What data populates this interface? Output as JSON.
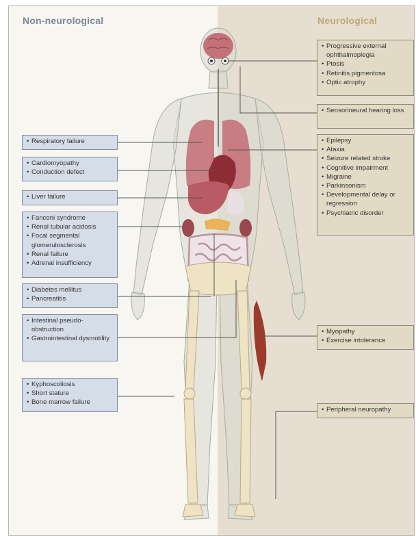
{
  "headings": {
    "left": "Non-neurological",
    "right": "Neurological"
  },
  "non_neurological": [
    {
      "id": "respiratory",
      "items": [
        "Respiratory failure"
      ]
    },
    {
      "id": "cardiac",
      "items": [
        "Cardiomyopathy",
        "Conduction defect"
      ]
    },
    {
      "id": "liver",
      "items": [
        "Liver failure"
      ]
    },
    {
      "id": "renal",
      "items": [
        "Fanconi syndrome",
        "Renal tubular acidosis",
        "Focal segmental glomerulosclerosis",
        "Renal failure",
        "Adrenal insufficiency"
      ]
    },
    {
      "id": "pancreas",
      "items": [
        "Diabetes mellitus",
        "Pancreatitis"
      ]
    },
    {
      "id": "gi",
      "items": [
        "Intestinal pseudo-obstruction",
        "Gastrointestinal dysmotility"
      ]
    },
    {
      "id": "skeletal",
      "items": [
        "Kyphoscoliosis",
        "Short stature",
        "Bone marrow failure"
      ]
    }
  ],
  "neurological": [
    {
      "id": "eye",
      "items": [
        "Progressive external ophthalmoplegia",
        "Ptosis",
        "Retinitis pigmentosa",
        "Optic atrophy"
      ]
    },
    {
      "id": "hearing",
      "items": [
        "Sensorineural hearing loss"
      ]
    },
    {
      "id": "brain",
      "items": [
        "Epilepsy",
        "Ataxia",
        "Seizure related stroke",
        "Cognitive impairment",
        "Migraine",
        "Parkinsonism",
        "Developmental delay or regression",
        "Psychiatric disorder"
      ]
    },
    {
      "id": "muscle",
      "items": [
        "Myopathy",
        "Exercise intolerance"
      ]
    },
    {
      "id": "nerve",
      "items": [
        "Peripheral neuropathy"
      ]
    }
  ],
  "colors": {
    "blue_box": "#d5dde9",
    "tan_box": "#e3dac6",
    "organ": "#c4727a",
    "heart": "#8e2d36",
    "muscle": "#9b3b2e",
    "bone": "#eee3c3"
  }
}
